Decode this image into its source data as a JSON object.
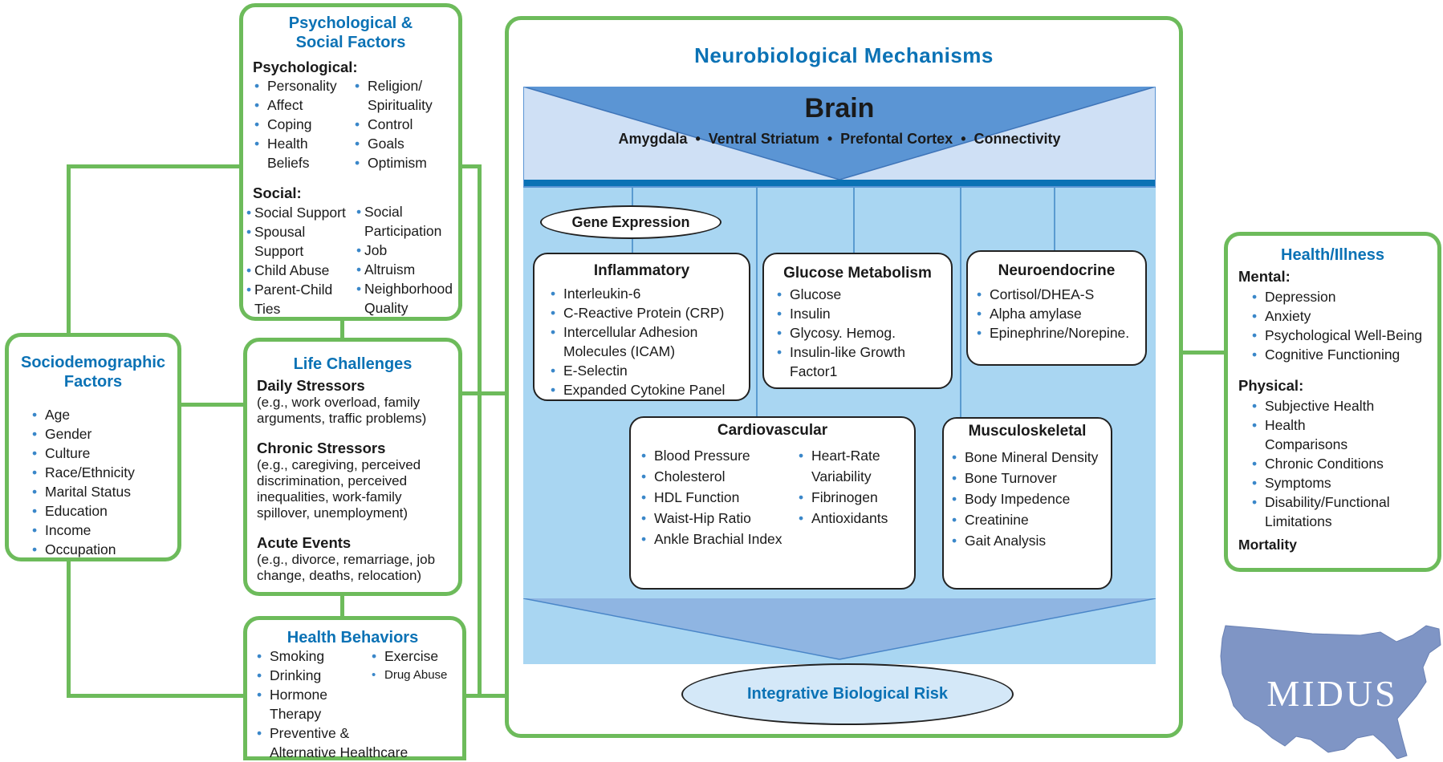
{
  "psych_social": {
    "title_line1": "Psychological &",
    "title_line2": "Social Factors",
    "psych_label": "Psychological:",
    "psych_left": [
      "Personality",
      "Affect",
      "Coping",
      "Health Beliefs"
    ],
    "psych_right": [
      "Religion/ Spirituality",
      "Control",
      "Goals",
      "Optimism"
    ],
    "social_label": "Social:",
    "social_left": [
      "Social Support",
      "Spousal Support",
      "Child Abuse",
      "Parent-Child Ties"
    ],
    "social_right": [
      "Social Participation",
      "Job",
      "Altruism",
      "Neighborhood Quality"
    ]
  },
  "life_challenges": {
    "title": "Life Challenges",
    "daily_label": "Daily Stressors",
    "daily_text": "(e.g., work overload, family arguments, traffic problems)",
    "chronic_label": "Chronic Stressors",
    "chronic_text": "(e.g., caregiving, perceived discrimination, perceived inequalities, work-family spillover, unemployment)",
    "acute_label": "Acute Events",
    "acute_text": "(e.g., divorce, remarriage, job change, deaths, relocation)"
  },
  "health_behaviors": {
    "title": "Health Behaviors",
    "left": [
      "Smoking",
      "Drinking",
      "Hormone Therapy",
      "Preventive & Alternative Healthcare"
    ],
    "right": [
      "Exercise",
      "Drug Abuse"
    ]
  },
  "sociodemographic": {
    "title_line1": "Sociodemographic",
    "title_line2": "Factors",
    "items": [
      "Age",
      "Gender",
      "Culture",
      "Race/Ethnicity",
      "Marital Status",
      "Education",
      "Income",
      "Occupation"
    ]
  },
  "neuro": {
    "title": "Neurobiological Mechanisms",
    "brain_title": "Brain",
    "brain_regions": [
      "Amygdala",
      "Ventral Striatum",
      "Prefontal Cortex",
      "Connectivity"
    ],
    "gene_expression": "Gene Expression",
    "inflammatory": {
      "title": "Inflammatory",
      "items": [
        "Interleukin-6",
        "C-Reactive Protein (CRP)",
        "Intercellular Adhesion Molecules (ICAM)",
        "E-Selectin",
        "Expanded Cytokine Panel"
      ]
    },
    "glucose": {
      "title": "Glucose Metabolism",
      "items": [
        "Glucose",
        "Insulin",
        "Glycosy. Hemog.",
        "Insulin-like Growth Factor1"
      ]
    },
    "neuroendocrine": {
      "title": "Neuroendocrine",
      "items": [
        "Cortisol/DHEA-S",
        "Alpha amylase",
        "Epinephrine/Norepine."
      ]
    },
    "cardiovascular": {
      "title": "Cardiovascular",
      "left": [
        "Blood Pressure",
        "Cholesterol",
        "HDL Function",
        "Waist-Hip Ratio",
        "Ankle Brachial Index"
      ],
      "right": [
        "Heart-Rate Variability",
        "Fibrinogen",
        "Antioxidants"
      ]
    },
    "musculoskeletal": {
      "title": "Musculoskeletal",
      "items": [
        "Bone Mineral Density",
        "Bone Turnover",
        "Body Impedence",
        "Creatinine",
        "Gait Analysis"
      ]
    },
    "integrative": "Integrative Biological Risk"
  },
  "health_illness": {
    "title": "Health/Illness",
    "mental_label": "Mental:",
    "mental": [
      "Depression",
      "Anxiety",
      "Psychological Well-Being",
      "Cognitive Functioning"
    ],
    "physical_label": "Physical:",
    "physical": [
      "Subjective Health",
      "Health Comparisons",
      "Chronic Conditions",
      "Symptoms",
      "Disability/Functional Limitations"
    ],
    "mortality": "Mortality"
  },
  "logo": {
    "text": "MIDUS"
  },
  "colors": {
    "green": "#6dbb5b",
    "blue_title": "#0b72b5",
    "light_blue": "#a9d6f2",
    "brain_blue": "#5b95d4"
  }
}
